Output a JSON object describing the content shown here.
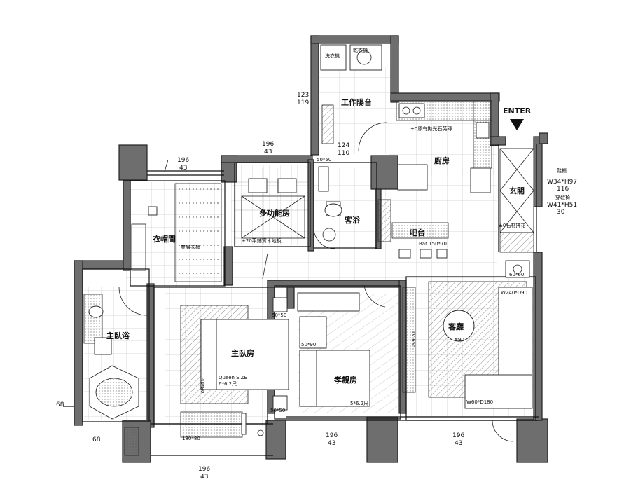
{
  "rooms": {
    "workBalcony": "工作陽台",
    "kitchen": "廚房",
    "foyer": "玄關",
    "multiRoom": "多功能房",
    "guestBath": "客浴",
    "closet": "衣帽間",
    "masterBath": "主臥浴",
    "bar": "吧台",
    "masterBedroom": "主臥房",
    "elderRoom": "孝親房",
    "livingRoom": "客廳"
  },
  "notes": {
    "enter": "ENTER",
    "kitchenFloor": "±0原有拋光石英磚",
    "multiFloor": "+20平鋪實木地板",
    "foyerFloor": "±0石材拼花",
    "washer": "洗衣機",
    "dryer": "乾衣機",
    "doubleWardrobe": "雙層衣櫃",
    "barSize": "Bar 150*70",
    "queen": "Queen SIZE",
    "masterSize": "6*6.2尺",
    "elderSize": "5*6.2尺",
    "tv": "TV 65\"",
    "w240": "W240*D90",
    "round": "#90",
    "w60": "W60*D180",
    "s5050": "50*50",
    "s5050b": "50*50",
    "s5050c": "50*50",
    "s6060": "60*60",
    "s5090": "50*90",
    "s4080": "40*80",
    "s18080": "180*80",
    "cabinetTop": "W34*H97",
    "cabinetTopTitle": "鞋櫃",
    "cabinetTopDepth": "116",
    "cabinetBottom": "W41*H51",
    "cabinetBottomTitle": "穿鞋椅",
    "cabinetBottomDepth": "30"
  },
  "dims": {
    "d123": "123",
    "d119": "119",
    "d124": "124",
    "d110": "110",
    "win1a": "196",
    "win1b": "43",
    "win2a": "196",
    "win2b": "43",
    "win3a": "196",
    "win3b": "43",
    "win4a": "196",
    "win4b": "43",
    "win5a": "196",
    "win5b": "43",
    "d68a": "68",
    "d68b": "68"
  }
}
